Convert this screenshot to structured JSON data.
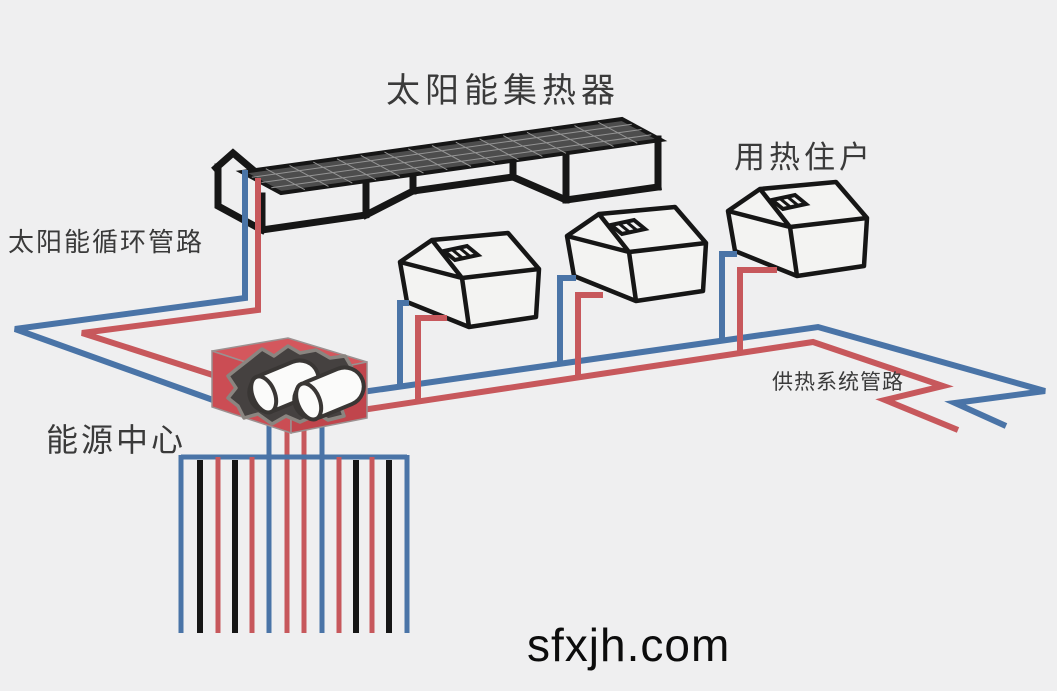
{
  "labels": {
    "solar_collector": "太阳能集热器",
    "households": "用热住户",
    "solar_loop_pipe": "太阳能循环管路",
    "energy_center": "能源中心",
    "heating_system_pipe": "供热系统管路"
  },
  "watermark": "sfxjh.com",
  "components": {
    "solar_collector": "solar thermal collector array on stands",
    "houses_count": 3,
    "energy_center": "red plant box with two white heat-exchanger tanks",
    "borehole_field": {
      "header_color": "blue",
      "vertical_line_colors": [
        "blue",
        "black",
        "red",
        "black",
        "red",
        "blue",
        "red",
        "red",
        "blue",
        "red",
        "black",
        "red",
        "black",
        "blue"
      ]
    },
    "pipes": {
      "supply_color_meaning": "red = hot supply",
      "return_color_meaning": "blue = cold return"
    }
  },
  "colors": {
    "bg": "#efeff0",
    "pipeBlue": "#4a74a7",
    "pipeRed": "#c7585c",
    "lineBlack": "#161616",
    "labelGray": "#3a3a3a",
    "watermarkBlack": "#0c0c0c",
    "panelDark": "#4d4d4d",
    "panelGrid": "#949494",
    "houseFill": "#f3f3f2",
    "boxRedTop": "#d4575d",
    "boxRedLeft": "#cb4d54",
    "boxRedRight": "#c0454c",
    "boxEdge": "#9b9191",
    "blobDark": "#454140",
    "blobStroke": "#8a8580",
    "cylWhite": "#fbfbfa",
    "cylStroke": "#393634"
  }
}
